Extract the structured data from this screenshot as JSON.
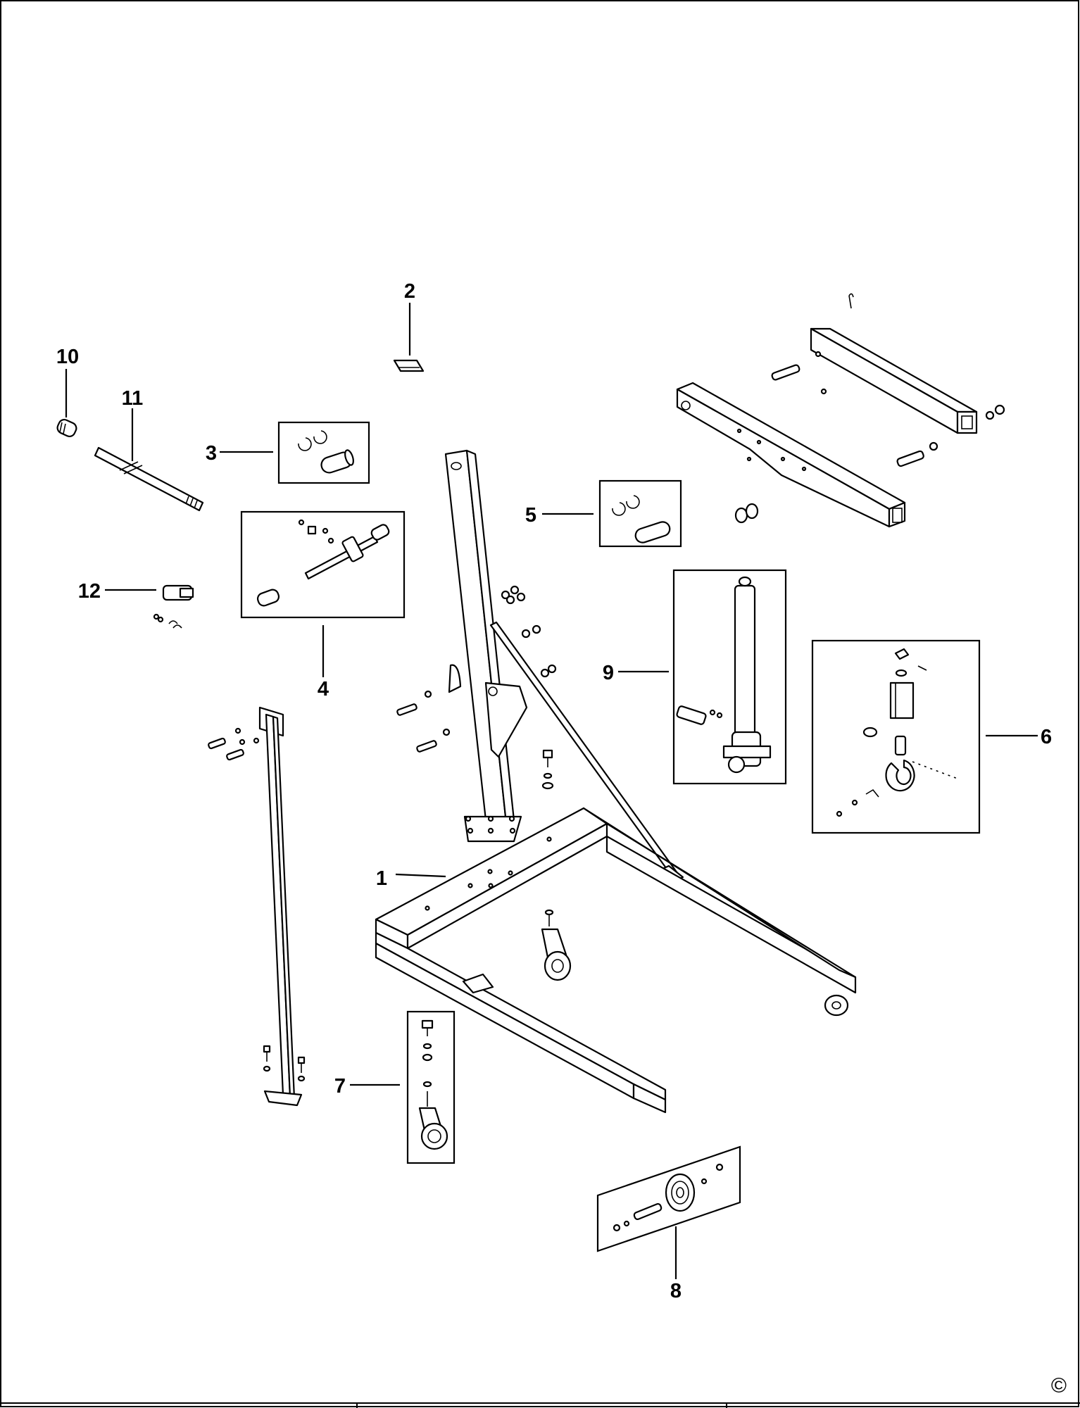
{
  "diagram": {
    "callouts": [
      {
        "id": "1",
        "label": "1"
      },
      {
        "id": "2",
        "label": "2"
      },
      {
        "id": "3",
        "label": "3"
      },
      {
        "id": "4",
        "label": "4"
      },
      {
        "id": "5",
        "label": "5"
      },
      {
        "id": "6",
        "label": "6"
      },
      {
        "id": "7",
        "label": "7"
      },
      {
        "id": "8",
        "label": "8"
      },
      {
        "id": "9",
        "label": "9"
      },
      {
        "id": "10",
        "label": "10"
      },
      {
        "id": "11",
        "label": "11"
      },
      {
        "id": "12",
        "label": "12"
      }
    ],
    "copyright_symbol": "©"
  }
}
